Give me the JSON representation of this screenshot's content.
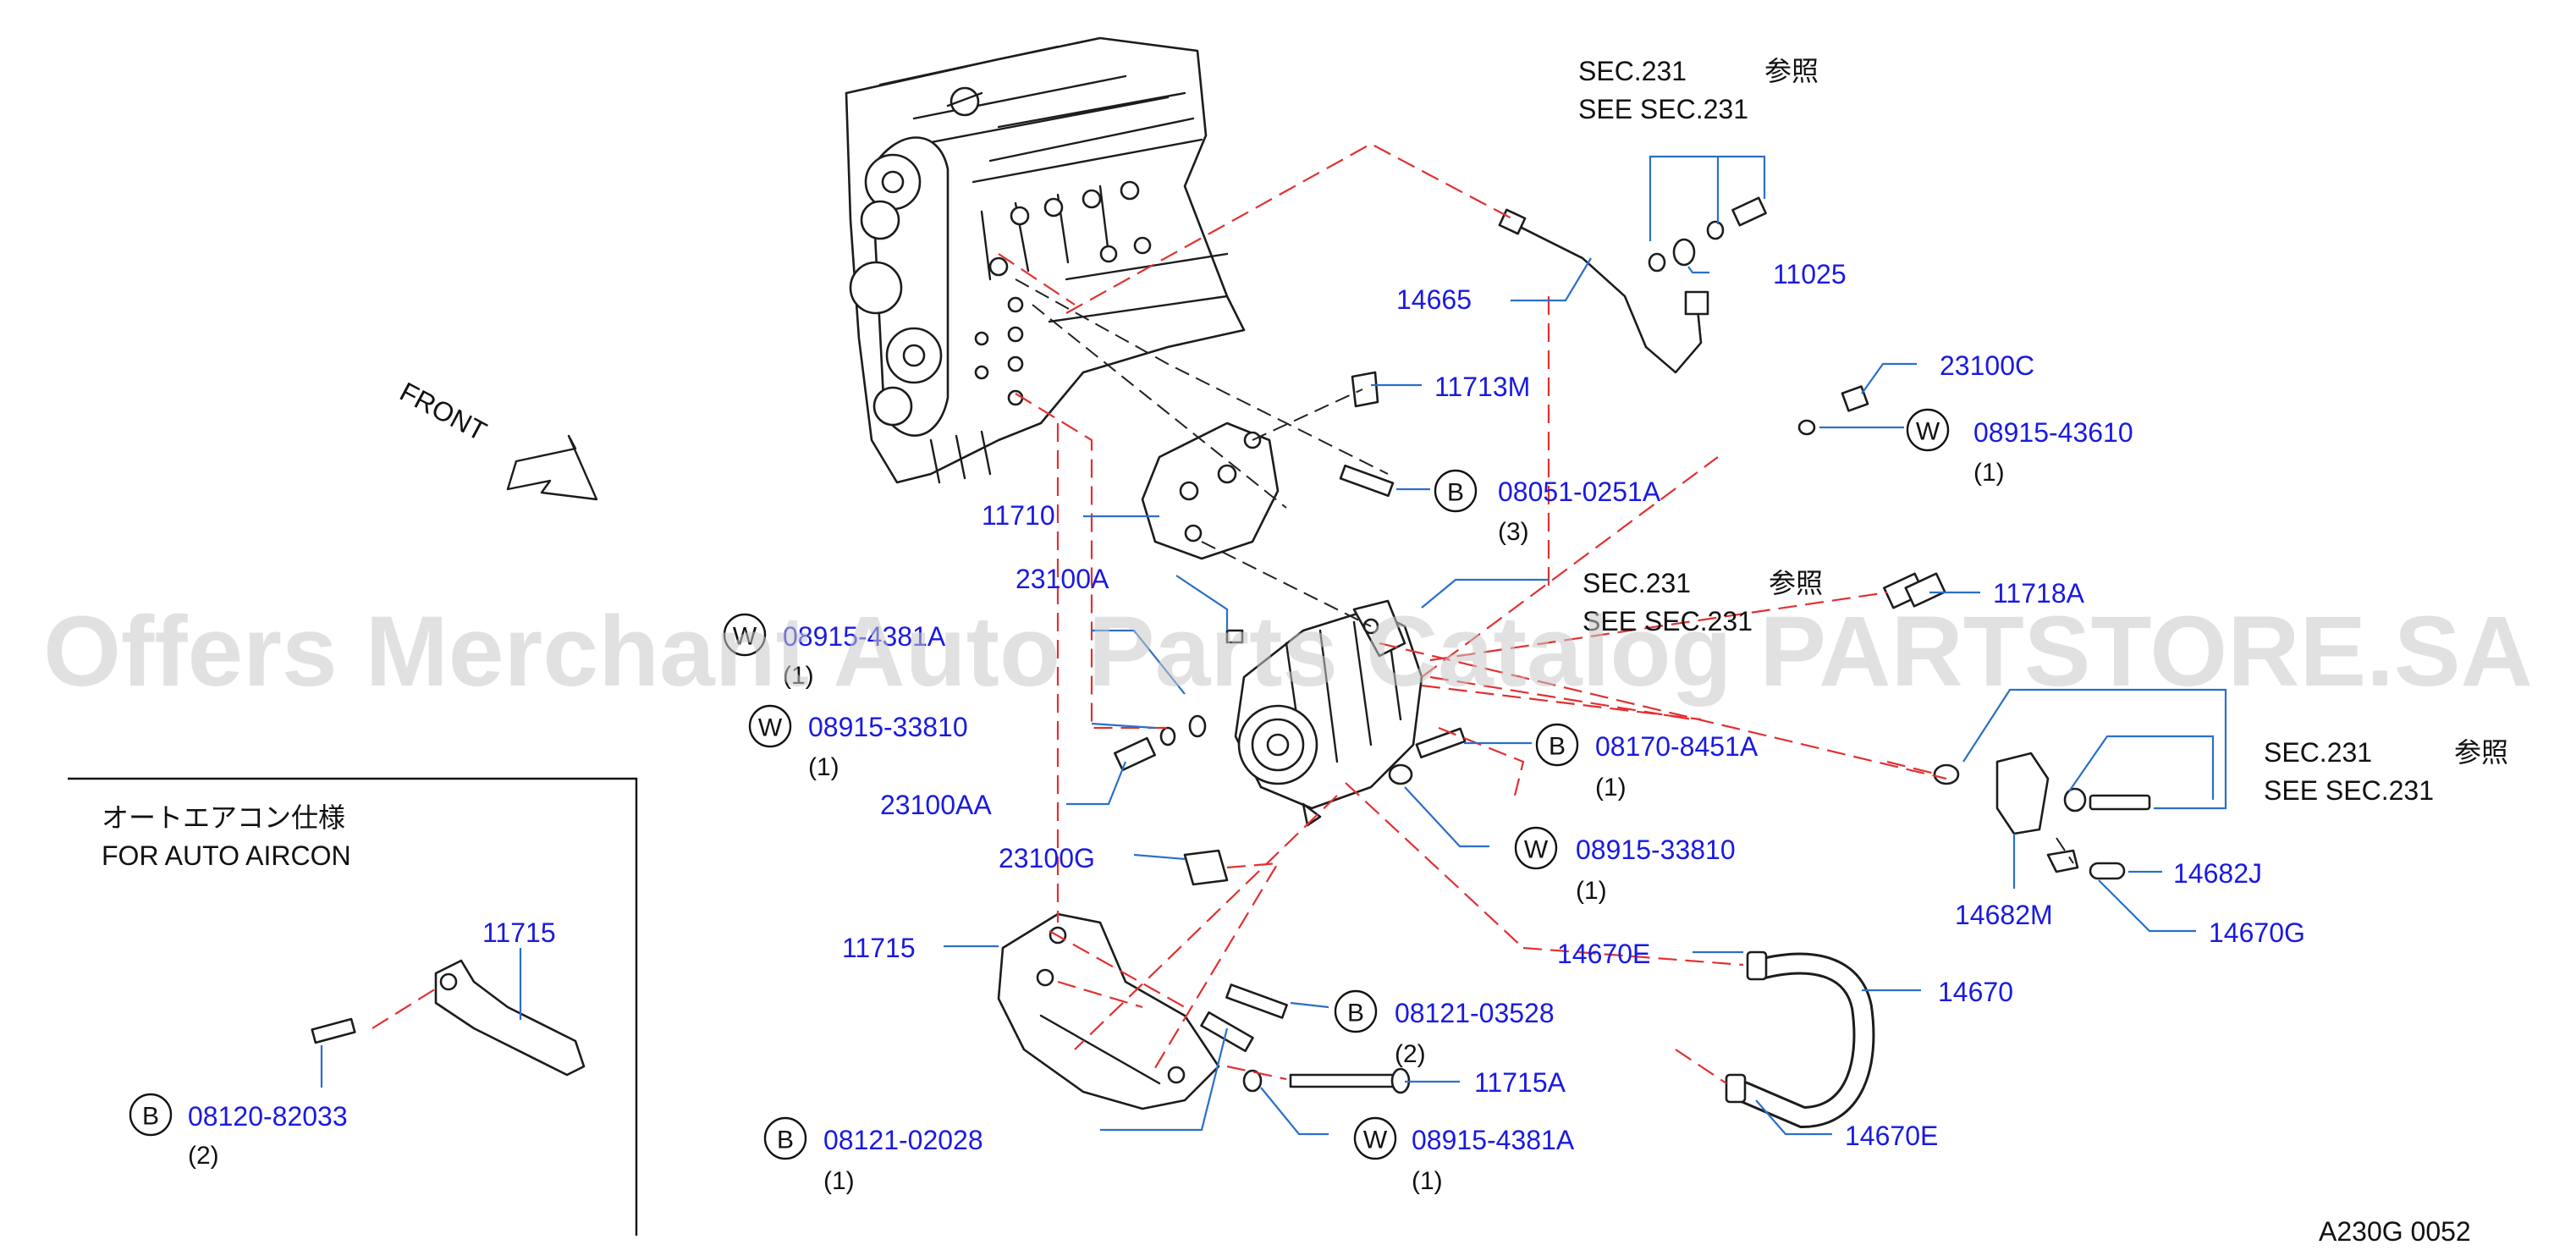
{
  "watermark": "Offers Merchant Auto Parts Catalog PARTSTORE.SA",
  "diagram_code": "A230G  0052",
  "front_label": "FRONT",
  "inset": {
    "title_jp": "オートエアコン仕様",
    "title_en": "FOR  AUTO  AIRCON"
  },
  "section_refs": {
    "top": {
      "sec": "SEC.231",
      "jp": "参照",
      "see": "SEE   SEC.231"
    },
    "middle": {
      "sec": "SEC.231",
      "jp": "参照",
      "see": "SEE   SEC.231"
    },
    "right": {
      "sec": "SEC.231",
      "jp": "参照",
      "see": "SEE   SEC.231"
    }
  },
  "symbols": {
    "bolt": "B",
    "washer": "W"
  },
  "parts": {
    "p14665": "14665",
    "p11025": "11025",
    "p23100C": "23100C",
    "p08915_43610": "08915-43610",
    "p08915_43610_qty": "(1)",
    "p11713M": "11713M",
    "p08051_0251A": "08051-0251A",
    "p08051_0251A_qty": "(3)",
    "p11710": "11710",
    "p23100A": "23100A",
    "p08915_4381A_top": "08915-4381A",
    "p08915_4381A_top_qty": "(1)",
    "p08915_33810_left": "08915-33810",
    "p08915_33810_left_qty": "(1)",
    "p23100AA": "23100AA",
    "p11718A": "11718A",
    "p08170_8451A": "08170-8451A",
    "p08170_8451A_qty": "(1)",
    "p08915_33810_right": "08915-33810",
    "p08915_33810_right_qty": "(1)",
    "p23100G": "23100G",
    "p14682J": "14682J",
    "p14682M": "14682M",
    "p14670G": "14670G",
    "p14670E_top": "14670E",
    "p14670": "14670",
    "p14670E_bottom": "14670E",
    "p11715_main": "11715",
    "p08121_03528": "08121-03528",
    "p08121_03528_qty": "(2)",
    "p11715A": "11715A",
    "p08915_4381A_bottom": "08915-4381A",
    "p08915_4381A_bottom_qty": "(1)",
    "p08121_02028": "08121-02028",
    "p08121_02028_qty": "(1)",
    "p11715_inset": "11715",
    "p08120_82033": "08120-82033",
    "p08120_82033_qty": "(2)"
  }
}
